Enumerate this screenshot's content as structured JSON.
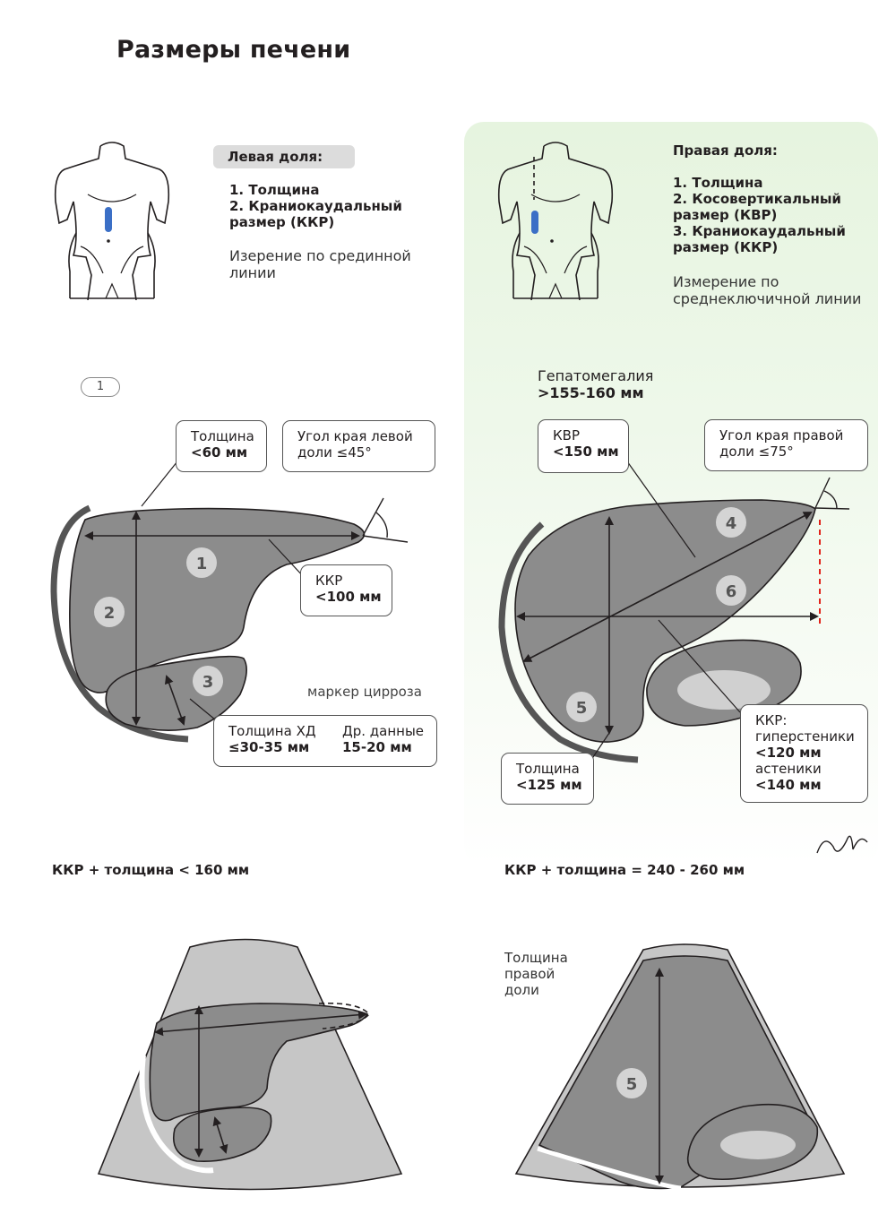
{
  "title": "Размеры печени",
  "left": {
    "pill": "Левая доля:",
    "list": [
      "1. Толщина",
      "2. Краниокаудальный",
      "размер (ККР)"
    ],
    "note": [
      "Изерение по срединной",
      "линии"
    ],
    "badge": "1",
    "box_thickness": [
      "Толщина",
      "<60 мм"
    ],
    "box_angle": [
      "Угол края левой",
      "доли ≤45°"
    ],
    "box_kkr": [
      "ККР",
      "<100 мм"
    ],
    "cirrhosis": "маркер цирроза",
    "box_hd_left": [
      "Толщина ХД",
      "≤30-35 мм"
    ],
    "box_hd_right": [
      "Др. данные",
      "15-20 мм"
    ],
    "bottom": "ККР + толщина < 160 мм"
  },
  "right": {
    "heading": "Правая доля:",
    "list": [
      "1. Толщина",
      "2. Косовертикальный",
      "размер (КВР)",
      "3. Краниокаудальный",
      "размер (ККР)"
    ],
    "note": [
      "Измерение по",
      "среднеключичной линии"
    ],
    "hepato": [
      "Гепатомегалия",
      ">155-160 мм"
    ],
    "box_kvr": [
      "КВР",
      "<150 мм"
    ],
    "box_angle": [
      "Угол края правой",
      "доли ≤75°"
    ],
    "box_kkr": [
      "ККР:",
      "гиперстеники",
      "<120 мм",
      "астеники",
      "<140 мм"
    ],
    "box_thickness": [
      "Толщина",
      "<125 мм"
    ],
    "bottom": "ККР + толщина = 240 - 260 мм",
    "us_label": [
      "Толщина",
      "правой",
      "доли"
    ]
  },
  "numbers": {
    "n1": "1",
    "n2": "2",
    "n3": "3",
    "n4": "4",
    "n5": "5",
    "n6": "6",
    "us5": "5"
  },
  "colors": {
    "liver": "#8c8c8c",
    "liver_dark": "#6f6f6f",
    "stroke": "#231f20",
    "green_panel": "#e6f4df",
    "dash_red": "#e2231a",
    "blue_marker": "#3b6fc6"
  }
}
